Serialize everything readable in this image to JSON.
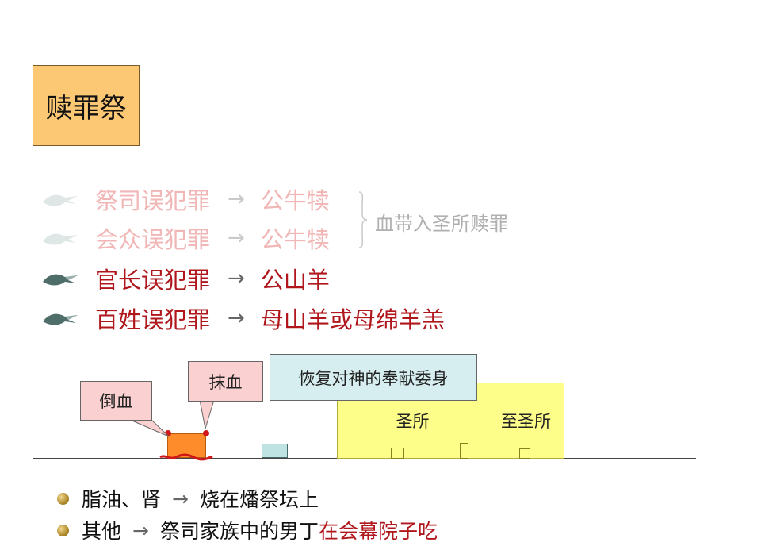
{
  "title": "赎罪祭",
  "offerings": [
    {
      "offender": "祭司误犯罪",
      "arrow": "→",
      "animal": "公牛犊"
    },
    {
      "offender": "会众误犯罪",
      "arrow": "→",
      "animal": "公牛犊"
    },
    {
      "offender": "官长误犯罪",
      "arrow": "→",
      "animal": "公山羊"
    },
    {
      "offender": "百姓误犯罪",
      "arrow": "→",
      "animal": "母山羊或母绵羊羔"
    }
  ],
  "brace_note": "血带入圣所赎罪",
  "diagram": {
    "callout_pour": "倒血",
    "callout_smear": "抹血",
    "callout_dedication": "恢复对神的奉献委身",
    "holy_place": "圣所",
    "most_holy_place": "至圣所"
  },
  "bullets": [
    {
      "text_a": "脂油、肾",
      "arrow": "→",
      "text_b": "烧在燔祭坛上",
      "text_red": ""
    },
    {
      "text_a": "其他",
      "arrow": "→",
      "text_b": "祭司家族中的男丁",
      "text_red": "在会幕院子吃"
    }
  ],
  "colors": {
    "title_bg": "#fcc874",
    "active_text": "#b0171c",
    "faded_text": "#f1b6b6",
    "altar": "#ff8c2a",
    "tabernacle": "#fdfd8a",
    "laver": "#bfe3e3",
    "callout_pink": "#fbd0d0",
    "callout_cyan": "#d6eef0"
  },
  "icons": {
    "row_marker": "bird-icon",
    "bullet_marker": "gold-dot-icon"
  }
}
